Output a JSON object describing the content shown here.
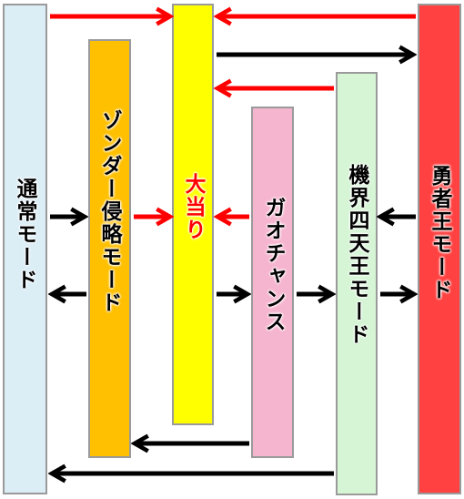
{
  "nodes": {
    "normal_mode": {
      "label": "通常モード",
      "color": "#dbeef6"
    },
    "zonder_invasion_mode": {
      "label": "ゾンダー侵略モード",
      "color": "#fec000"
    },
    "jackpot": {
      "label": "大当り",
      "color": "#ffff00",
      "text_color": "#ff0000"
    },
    "gao_chance": {
      "label": "ガオチャンス",
      "color": "#f6b5cf"
    },
    "four_kings_mode": {
      "label": "機界四天王モード",
      "color": "#d5f5d5"
    },
    "brave_king_mode": {
      "label": "勇者王モード",
      "color": "#ff4141"
    }
  },
  "colors": {
    "black_arrow": "#000000",
    "red_arrow": "#ff0000",
    "box_border": "#9a9a9a",
    "label_text": "#000000"
  }
}
